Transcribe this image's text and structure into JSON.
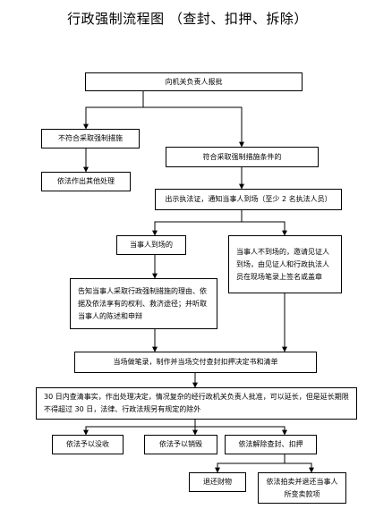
{
  "title": "行政强制流程图 （查封、扣押、拆除）",
  "nodes": {
    "report": "向机关负责人报批",
    "not_meet": "不符合采取强制措施",
    "other": "依法作出其他处理",
    "meet": "符合采取强制措施条件的",
    "show_cert": "出示执法证，通知当事人到场（至少 2 名执法人员）",
    "present": "当事人到场的",
    "absent": "当事人不到场的，邀请见证人到场，由见证人和行政执法人员在现场笔录上签名或盖章",
    "inform": "告知当事人采取行政强制措施的理由、依据及依法享有的权利、救济途径；并听取当事人的陈述和申辩",
    "record": "当场做笔录，制作并当场交付查封扣押决定书和清单",
    "decide": "30 日内查清事实，作出处理决定，情况复杂的经行政机关负责人批准，可以延长，但是延长期限不得超过 30 日，法律、行政法规另有规定的除外",
    "confiscate": "依法予以没收",
    "destroy": "依法予以销毁",
    "release": "依法解除查封、扣押",
    "return": "退还财物",
    "auction": "依法拍卖并退还当事人所变卖款项"
  }
}
